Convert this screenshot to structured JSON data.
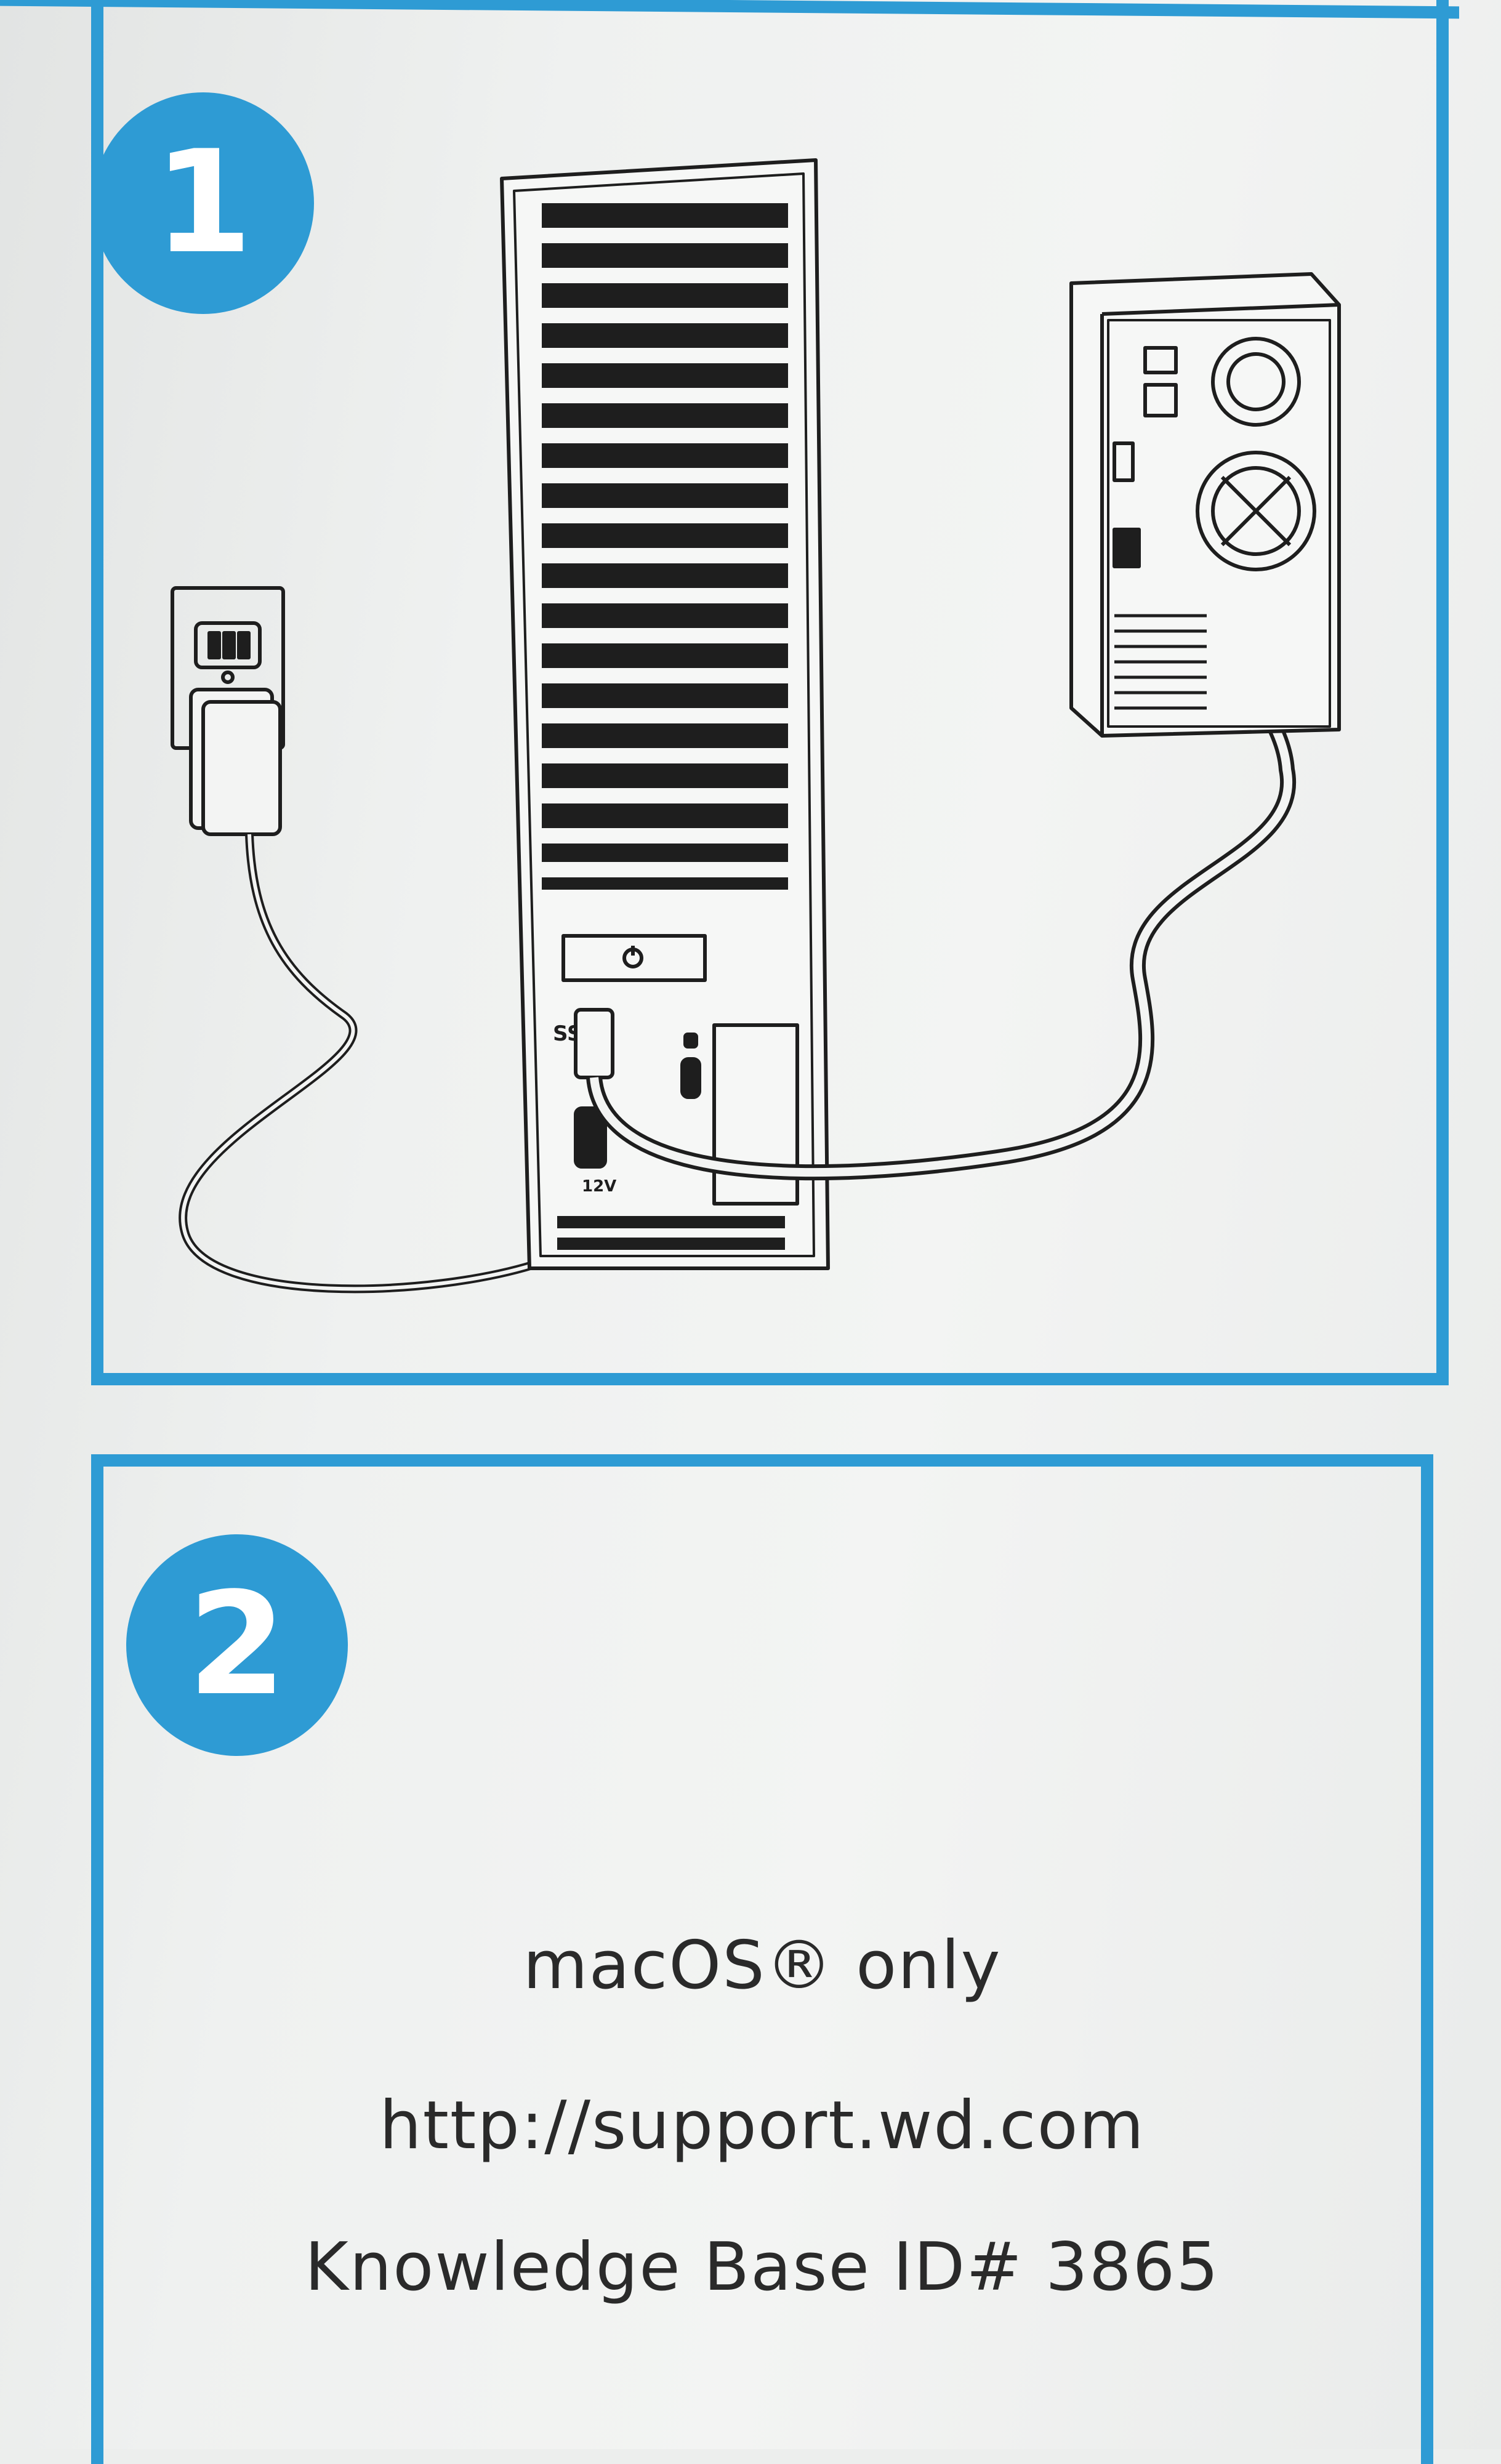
{
  "steps": [
    {
      "number": "1"
    },
    {
      "number": "2",
      "lines": [
        "macOS® only",
        "http://support.wd.com",
        "Knowledge Base ID# 3865"
      ]
    }
  ],
  "colors": {
    "accent": "#2e9bd4",
    "ink": "#1e1e1e",
    "paper": "#eff1f0"
  },
  "illustration": {
    "drive_label_power": "⏻",
    "drive_label_voltage": "12V",
    "drive_label_usb": "SS",
    "drive_label_lock": "🔒"
  }
}
